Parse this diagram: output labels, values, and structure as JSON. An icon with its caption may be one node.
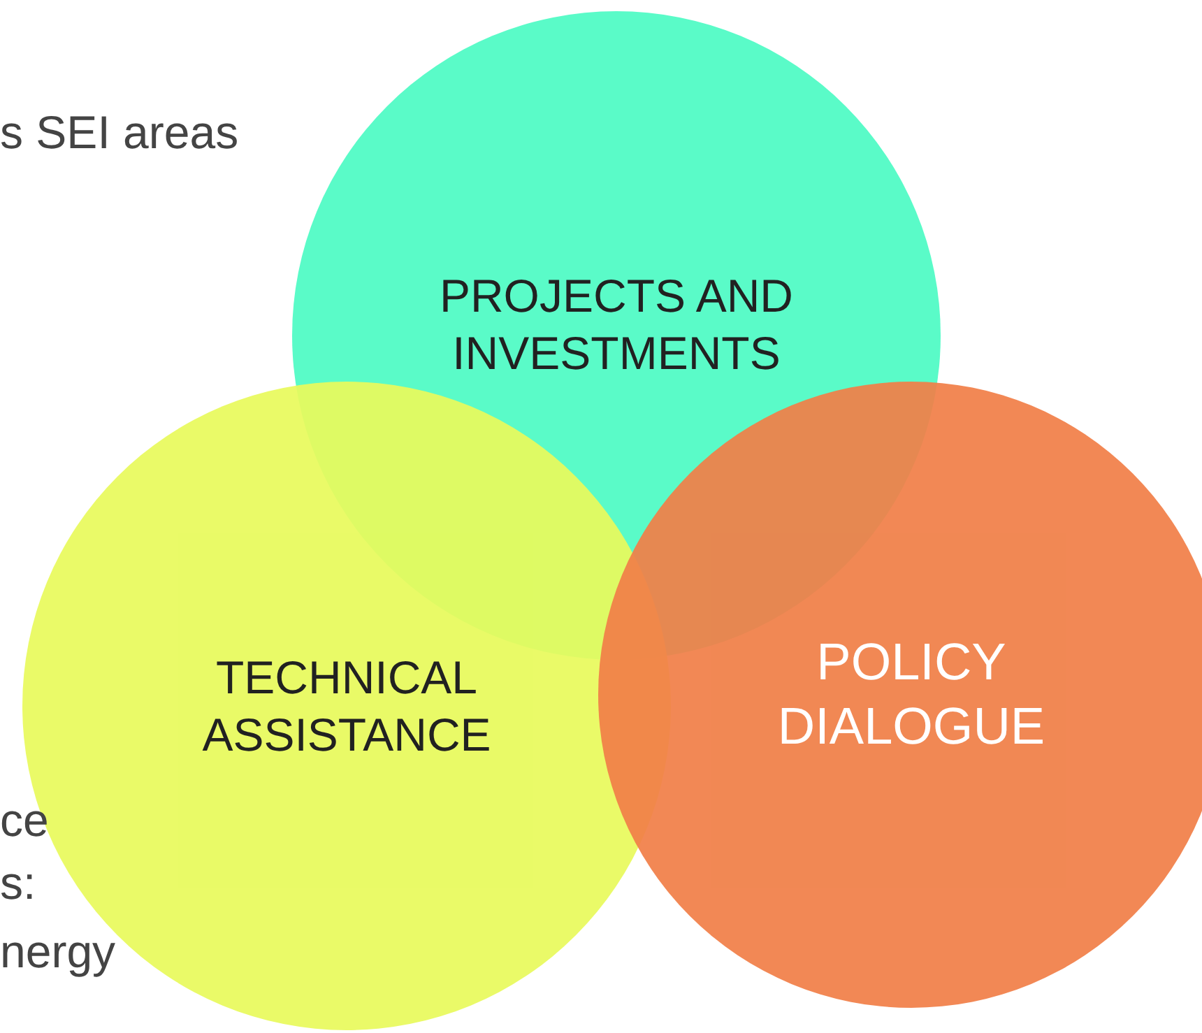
{
  "diagram": {
    "nodes": [
      {
        "text": [
          "PROJECTS AND INVESTMENTS"
        ]
      },
      {
        "text": [
          "TECHNICAL ASSISTANCE"
        ]
      },
      {
        "text": [
          "POLICY DIALOGUE"
        ]
      }
    ],
    "labels": [
      "s SEI areas",
      "ce",
      "s:",
      "nergy"
    ]
  }
}
